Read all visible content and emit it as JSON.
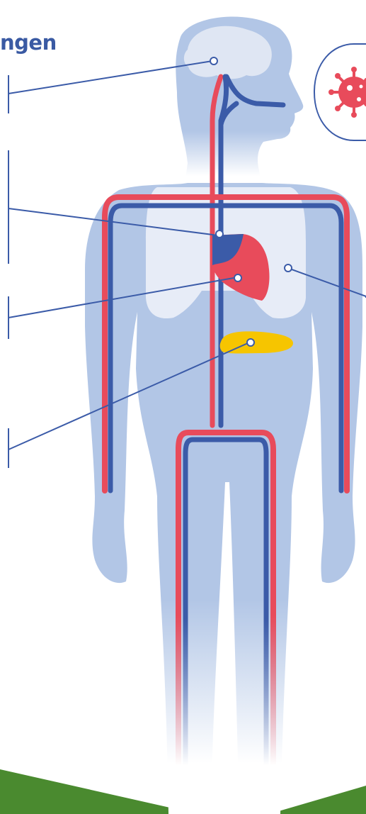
{
  "header": {
    "title_fragment": "ngen"
  },
  "diagram": {
    "subject": "human-body-circulatory-system",
    "colors": {
      "body": "#b2c6e6",
      "body_fade": "#ffffff",
      "lungs": "#e7ecf7",
      "artery": "#e84b5b",
      "vein": "#3b5ba8",
      "heart_red": "#e84b5b",
      "heart_blue": "#3b5ba8",
      "pancreas": "#f6c500",
      "brain": "#dfe6f3",
      "callout_line": "#3b5ba8",
      "virus": "#e84b5b",
      "ground": "#4a8a2f"
    },
    "organs": [
      "brain",
      "heart",
      "lungs",
      "pancreas",
      "blood-vessels"
    ],
    "icons": [
      "virus-icon"
    ]
  }
}
